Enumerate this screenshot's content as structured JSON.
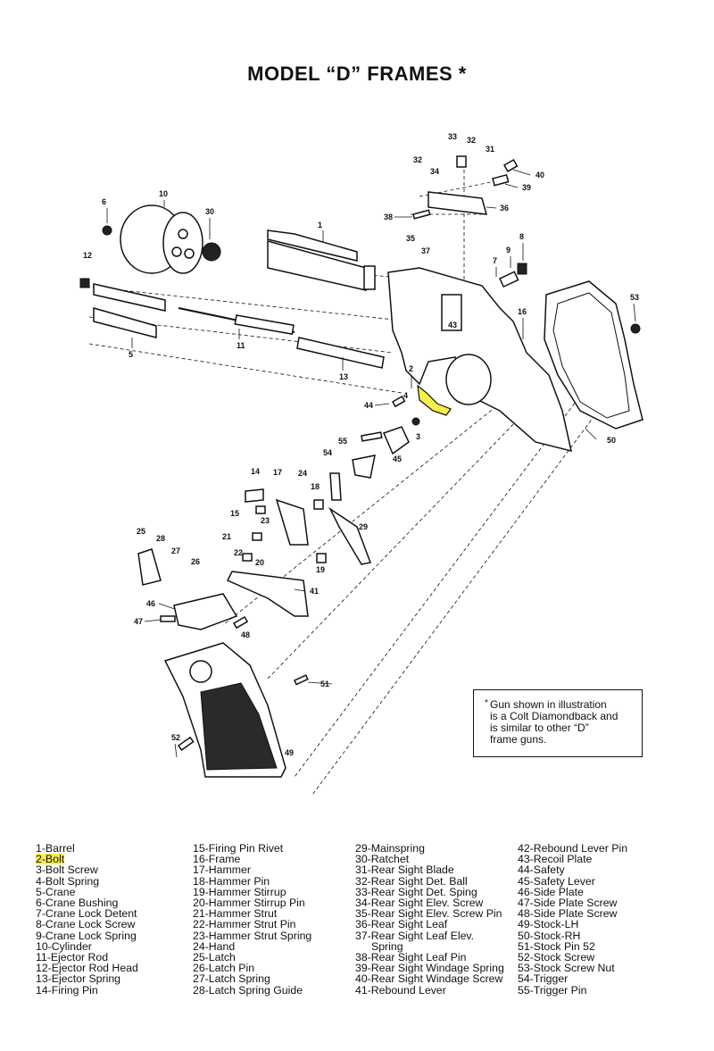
{
  "title": "MODEL “D” FRAMES *",
  "note": {
    "star": "*",
    "text": "Gun shown in illustration\nis a Colt Diamondback and\nis similar to other “D”\nframe guns."
  },
  "highlight_color": "#f5ef4a",
  "callouts": {
    "c1": "1",
    "c2": "2",
    "c3": "3",
    "c4": "4",
    "c5": "5",
    "c6": "6",
    "c7": "7",
    "c8": "8",
    "c9": "9",
    "c10": "10",
    "c11": "11",
    "c12": "12",
    "c13": "13",
    "c14": "14",
    "c15": "15",
    "c16": "16",
    "c17": "17",
    "c18": "18",
    "c19": "19",
    "c20": "20",
    "c21": "21",
    "c22": "22",
    "c23": "23",
    "c24": "24",
    "c25": "25",
    "c26": "26",
    "c27": "27",
    "c28": "28",
    "c29": "29",
    "c30": "30",
    "c31": "31",
    "c32a": "32",
    "c32b": "32",
    "c33": "33",
    "c34": "34",
    "c35": "35",
    "c36": "36",
    "c37": "37",
    "c38": "38",
    "c39": "39",
    "c40": "40",
    "c41": "41",
    "c43": "43",
    "c44": "44",
    "c45": "45",
    "c46": "46",
    "c47": "47",
    "c48": "48",
    "c49": "49",
    "c50": "50",
    "c51": "51",
    "c52": "52",
    "c53": "53",
    "c54": "54",
    "c55": "55"
  },
  "legend": {
    "col1": [
      "1-Barrel",
      "2-Bolt",
      "3-Bolt Screw",
      "4-Bolt Spring",
      "5-Crane",
      "6-Crane Bushing",
      "7-Crane Lock Detent",
      "8-Crane Lock Screw",
      "9-Crane Lock Spring",
      "10-Cylinder",
      "11-Ejector Rod",
      "12-Ejector Rod Head",
      "13-Ejector Spring",
      "14-Firing Pin"
    ],
    "col2": [
      "15-Firing Pin Rivet",
      "16-Frame",
      "17-Hammer",
      "18-Hammer Pin",
      "19-Hammer Stirrup",
      "20-Hammer Stirrup Pin",
      "21-Hammer Strut",
      "22-Hammer Strut Pin",
      "23-Hammer Strut Spring",
      "24-Hand",
      "25-Latch",
      "26-Latch Pin",
      "27-Latch Spring",
      "28-Latch Spring Guide"
    ],
    "col3": [
      "29-Mainspring",
      "30-Ratchet",
      "31-Rear Sight Blade",
      "32-Rear Sight Det. Ball",
      "33-Rear Sight Det. Sping",
      "34-Rear Sight Elev. Screw",
      "35-Rear Sight Elev. Screw Pin",
      "36-Rear Sight Leaf",
      "37-Rear Sight Leaf Elev.",
      "Spring",
      "38-Rear Sight Leaf Pin",
      "39-Rear Sight Windage Spring",
      "40-Rear Sight Windage Screw",
      "41-Rebound Lever"
    ],
    "col4": [
      "42-Rebound Lever Pin",
      "43-Recoil Plate",
      "44-Safety",
      "45-Safety Lever",
      "46-Side Plate",
      "47-Side Plate Screw",
      "48-Side Plate Screw",
      "49-Stock-LH",
      "50-Stock-RH",
      "51-Stock Pin 52",
      "52-Stock Screw",
      "53-Stock Screw Nut",
      "54-Trigger",
      "55-Trigger Pin"
    ]
  }
}
